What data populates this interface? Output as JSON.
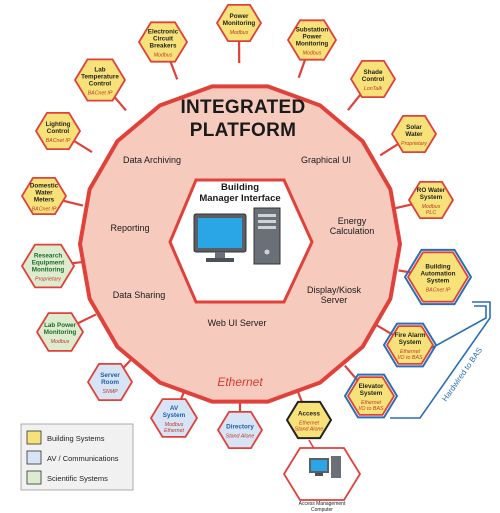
{
  "title_line1": "INTEGRATED",
  "title_line2": "PLATFORM",
  "functions": {
    "data_archiving": "Data Archiving",
    "graphical_ui": "Graphical UI",
    "reporting": "Reporting",
    "energy_calc_line1": "Energy",
    "energy_calc_line2": "Calculation",
    "data_sharing": "Data Sharing",
    "kiosk_line1": "Display/Kiosk",
    "kiosk_line2": "Server",
    "web_ui": "Web UI Server"
  },
  "center": {
    "line1": "Building",
    "line2": "Manager Interface"
  },
  "ethernet": "Ethernet",
  "hardwired": "Hardwired to BAS",
  "colors": {
    "building": "#f7e27a",
    "av": "#d6e4f5",
    "scientific": "#ddeccf",
    "platform": "#f6cbbd",
    "ring": "#e0413a",
    "blue_line": "#2a6fb5"
  },
  "nodes": [
    {
      "id": "power-monitoring",
      "type": "building",
      "name": [
        "Power",
        "Monitoring"
      ],
      "protocol": [
        "Modbus"
      ]
    },
    {
      "id": "substation",
      "type": "building",
      "name": [
        "Substation",
        "Power",
        "Monitoring"
      ],
      "protocol": [
        "Modbus"
      ]
    },
    {
      "id": "shade-control",
      "type": "building",
      "name": [
        "Shade",
        "Control"
      ],
      "protocol": [
        "LonTalk"
      ]
    },
    {
      "id": "solar-water",
      "type": "building",
      "name": [
        "Solar",
        "Water"
      ],
      "protocol": [
        "Proprietary"
      ]
    },
    {
      "id": "ro-water",
      "type": "building",
      "name": [
        "RO Water",
        "System"
      ],
      "protocol": [
        "Modbus",
        "PLC"
      ]
    },
    {
      "id": "bas",
      "type": "building",
      "name": [
        "Building",
        "Automation",
        "System"
      ],
      "protocol": [
        "BACnet IP"
      ]
    },
    {
      "id": "fire-alarm",
      "type": "building",
      "name": [
        "Fire Alarm",
        "System"
      ],
      "protocol": [
        "Ethernet",
        "I/O to BAS"
      ]
    },
    {
      "id": "elevator",
      "type": "building",
      "name": [
        "Elevator",
        "System"
      ],
      "protocol": [
        "Ethernet",
        "I/O to BAS"
      ]
    },
    {
      "id": "access",
      "type": "building",
      "name": [
        "Access"
      ],
      "protocol": [
        "Ethernet",
        "Stand Alone"
      ]
    },
    {
      "id": "directory",
      "type": "av",
      "name": [
        "Directory"
      ],
      "protocol": [
        "Stand Alone"
      ]
    },
    {
      "id": "av-system",
      "type": "av",
      "name": [
        "AV",
        "System"
      ],
      "protocol": [
        "Modbus",
        "Ethernet"
      ]
    },
    {
      "id": "server-room",
      "type": "av",
      "name": [
        "Server",
        "Room"
      ],
      "protocol": [
        "SNMP"
      ]
    },
    {
      "id": "lab-power",
      "type": "scientific",
      "name": [
        "Lab Power",
        "Monitoring"
      ],
      "protocol": [
        "Modbus"
      ]
    },
    {
      "id": "research-equipment",
      "type": "scientific",
      "name": [
        "Research",
        "Equipment",
        "Monitoring"
      ],
      "protocol": [
        "Proprietary"
      ]
    },
    {
      "id": "domestic-water",
      "type": "building",
      "name": [
        "Domestic",
        "Water",
        "Meters"
      ],
      "protocol": [
        "BACnet IP"
      ]
    },
    {
      "id": "lighting",
      "type": "building",
      "name": [
        "Lighting",
        "Control"
      ],
      "protocol": [
        "BACnet IP"
      ]
    },
    {
      "id": "lab-temp",
      "type": "building",
      "name": [
        "Lab",
        "Temperature",
        "Control"
      ],
      "protocol": [
        "BACnet IP"
      ]
    },
    {
      "id": "breakers",
      "type": "building",
      "name": [
        "Electronic",
        "Circuit",
        "Breakers"
      ],
      "protocol": [
        "Modbus"
      ]
    }
  ],
  "access_computer": {
    "line1": "Access Management",
    "line2": "Computer"
  },
  "legend": [
    {
      "type": "building",
      "label": "Building Systems"
    },
    {
      "type": "av",
      "label": "AV / Communications"
    },
    {
      "type": "scientific",
      "label": "Scientific Systems"
    }
  ]
}
